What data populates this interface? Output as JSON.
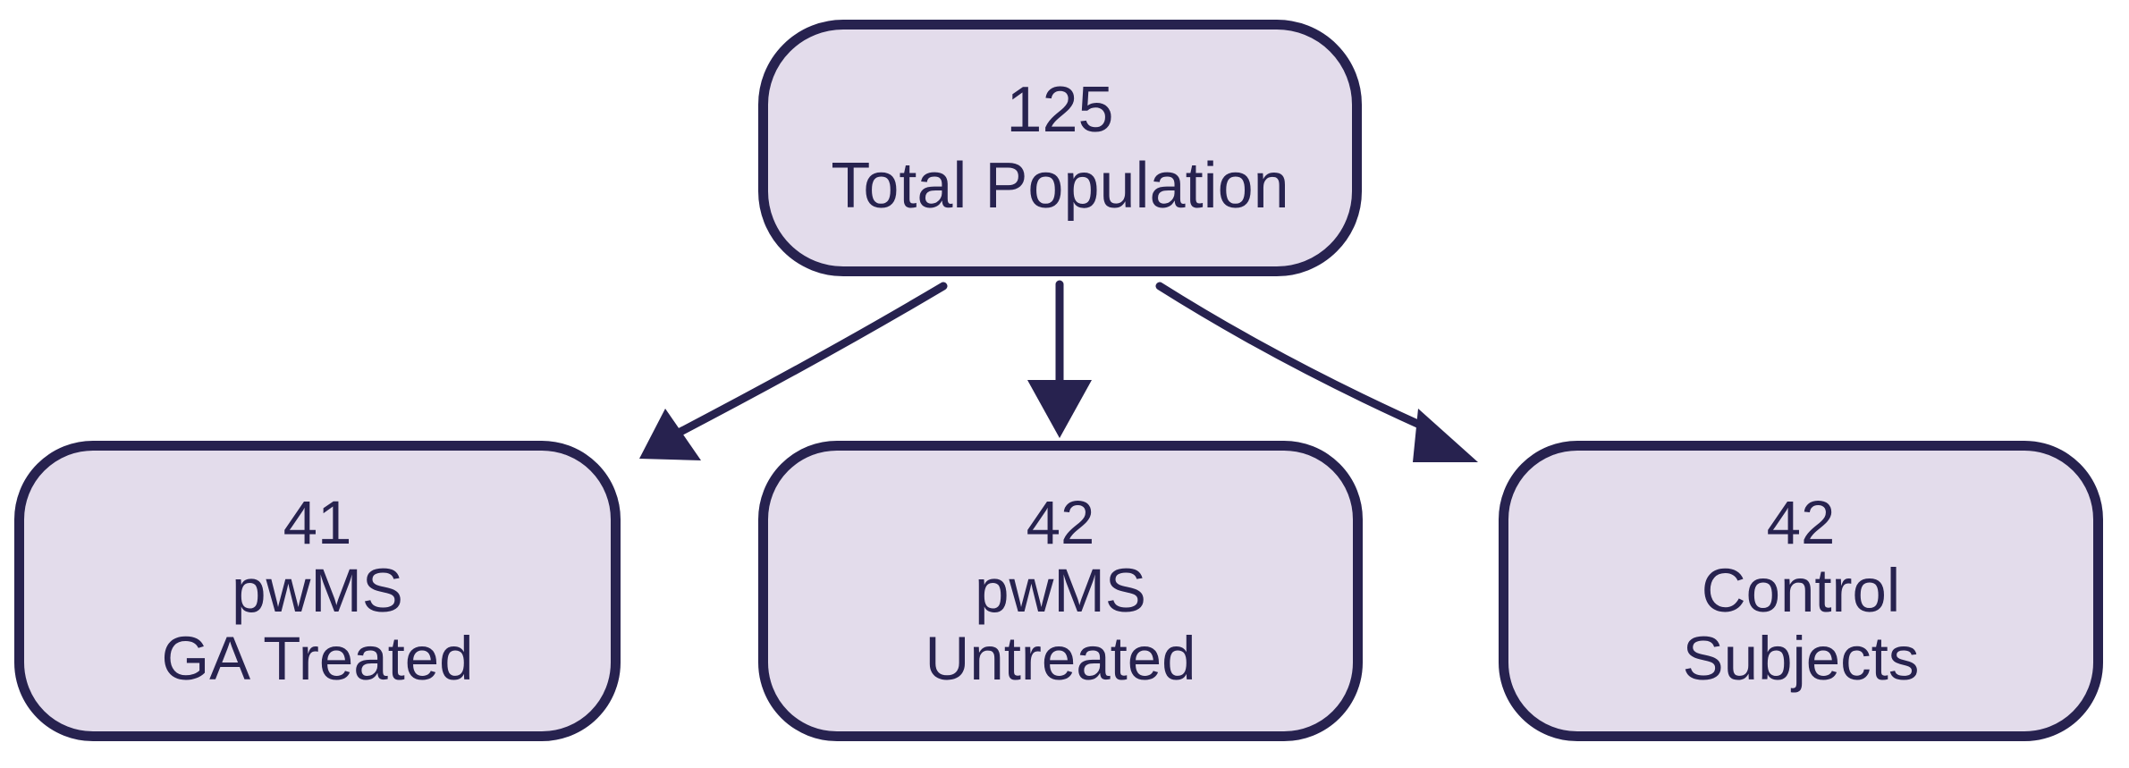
{
  "diagram": {
    "root": {
      "count": "125",
      "lines": [
        "Total Population"
      ]
    },
    "children": [
      {
        "count": "41",
        "lines": [
          "pwMS",
          "GA Treated"
        ]
      },
      {
        "count": "42",
        "lines": [
          "pwMS",
          "Untreated"
        ]
      },
      {
        "count": "42",
        "lines": [
          "Control",
          "Subjects"
        ]
      }
    ],
    "colors": {
      "fill": "#e3dceb",
      "stroke": "#27224f",
      "text": "#27224f"
    }
  }
}
